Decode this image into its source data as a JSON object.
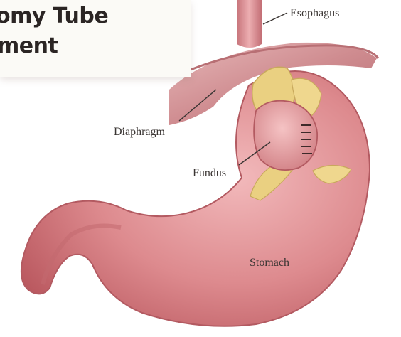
{
  "banner": {
    "line1": "omy Tube",
    "line2": "ment"
  },
  "labels": {
    "esophagus": "Esophagus",
    "diaphragm": "Diaphragm",
    "fundus": "Fundus",
    "stomach": "Stomach"
  },
  "colors": {
    "stomach": "#d9868a",
    "diaphragm": "#ce8f92",
    "fat": "#ead081",
    "background": "#ffffff"
  }
}
